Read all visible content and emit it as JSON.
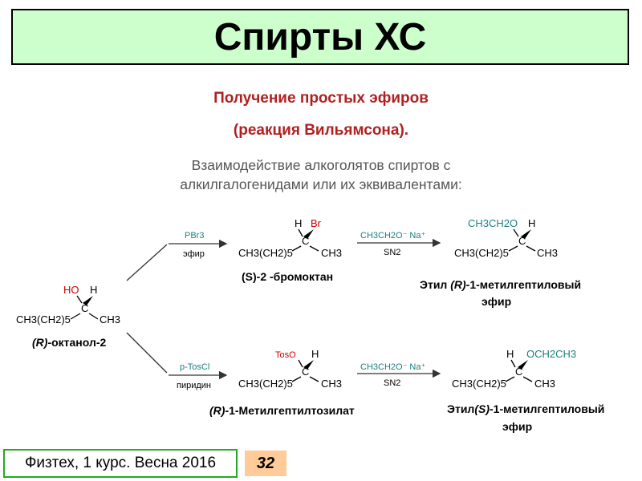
{
  "title": "Спирты ХС",
  "heading_1": "Получение простых эфиров",
  "heading_2": "(реакция Вильямсона).",
  "subtitle_1": "Взаимодействие алкоголятов спиртов с",
  "subtitle_2": "алкилгалогенидами или их эквивалентами:",
  "start": {
    "substituent_1": "HO",
    "substituent_2": "H",
    "center": "C",
    "left_chain": "CH3(CH2)5",
    "right_group": "CH3",
    "name_prefix": "(R)",
    "name_suffix": "-октанол-2"
  },
  "top_route": {
    "reagent": "PBr3",
    "solvent": "эфир",
    "intermediate": {
      "substituent_1": "H",
      "substituent_2": "Br",
      "center": "C",
      "left_chain": "CH3(CH2)5",
      "right_group": "CH3",
      "name_prefix": "(S)",
      "name_suffix": "-2 -бромоктан"
    },
    "reagent_2": "CH3CH2O⁻ Na⁺",
    "mechanism": "SN2",
    "product": {
      "substituent_1": "CH3CH2O",
      "substituent_2": "H",
      "center": "C",
      "left_chain": "CH3(CH2)5",
      "right_group": "CH3",
      "name_line_1_a": "Этил ",
      "name_line_1_b": "(R)",
      "name_line_1_c": "-1-метилгептиловый",
      "name_line_2": "эфир"
    }
  },
  "bottom_route": {
    "reagent": "p-TosCl",
    "solvent": "пиридин",
    "intermediate": {
      "substituent_1": "TosO",
      "substituent_2": "H",
      "center": "C",
      "left_chain": "CH3(CH2)5",
      "right_group": "CH3",
      "name_prefix": "(R)",
      "name_suffix": "-1-Метилгептилтозилат"
    },
    "reagent_2": "CH3CH2O⁻ Na⁺",
    "mechanism": "SN2",
    "product": {
      "substituent_1": "H",
      "substituent_2": "OCH2CH3",
      "center": "C",
      "left_chain": "CH3(CH2)5",
      "right_group": "CH3",
      "name_line_1_a": "Этил",
      "name_line_1_b": "(S)",
      "name_line_1_c": "-1-метилгептиловый",
      "name_line_2": "эфир"
    }
  },
  "footer": "Физтех, 1 курс. Весна 2016",
  "page_number": "32",
  "colors": {
    "title_bg": "#ccffcc",
    "heading": "#b02020",
    "subtitle": "#555555",
    "reagent_teal": "#1a7f7f",
    "substituent_red": "#cc0000",
    "footer_border": "#22aa22",
    "page_bg": "#ffcc99"
  }
}
